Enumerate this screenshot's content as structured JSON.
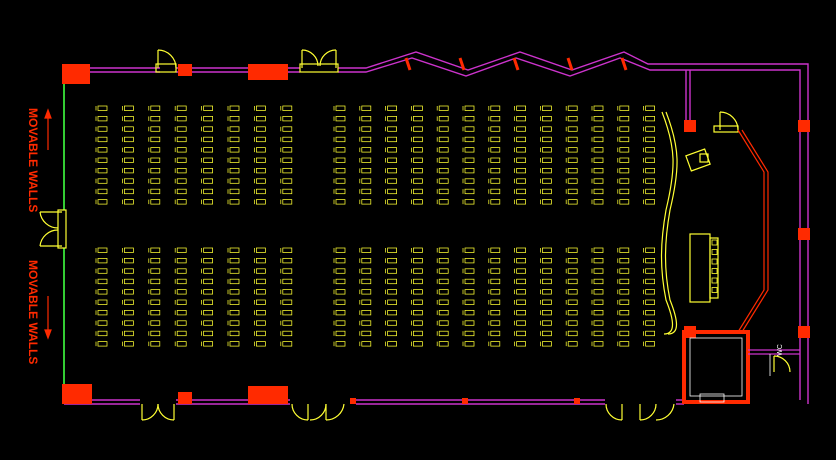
{
  "floor_plan": {
    "side_labels": [
      "MOVABLE WALLS",
      "MOVABLE WALLS"
    ],
    "wc_label": "WC",
    "seating": {
      "left_block_columns": 8,
      "right_block_columns": 13,
      "rows_per_column": 20,
      "aisle_split_after_row": 10
    },
    "colors": {
      "background": "#000000",
      "wall": "#cc33cc",
      "column": "#ff2a00",
      "seat": "#ffff33",
      "movable_wall": "#33cc33",
      "stage": "#ffff33",
      "label": "#ff2a00",
      "text": "#ffffff"
    }
  }
}
